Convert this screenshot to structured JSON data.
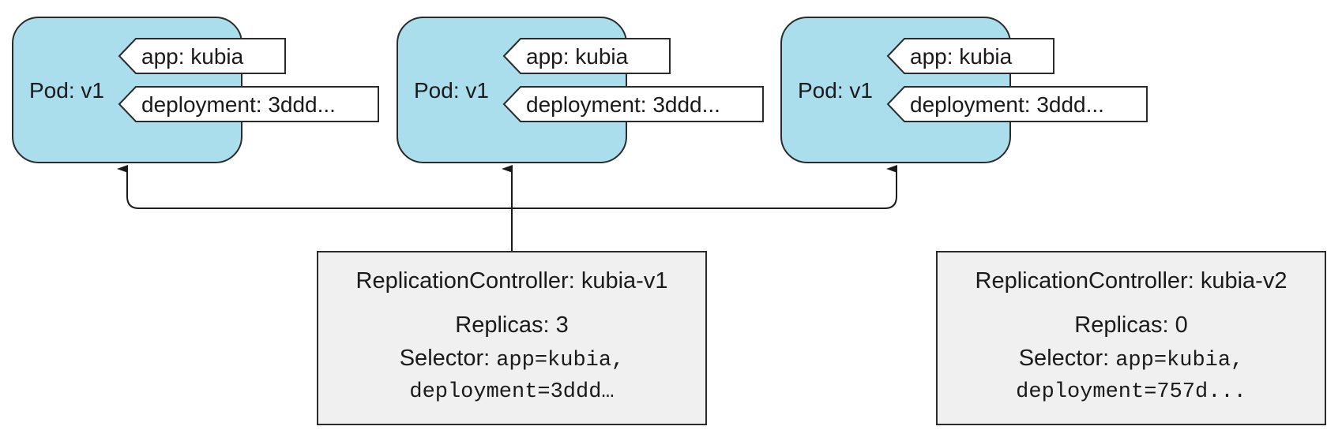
{
  "pods": [
    {
      "label": "Pod: v1",
      "tags": [
        "app: kubia",
        "deployment: 3ddd..."
      ]
    },
    {
      "label": "Pod: v1",
      "tags": [
        "app: kubia",
        "deployment: 3ddd..."
      ]
    },
    {
      "label": "Pod: v1",
      "tags": [
        "app: kubia",
        "deployment: 3ddd..."
      ]
    }
  ],
  "controllers": [
    {
      "title": "ReplicationController: kubia-v1",
      "replicas": "Replicas: 3",
      "selector_label": "Selector:",
      "selector_value": "app=kubia,",
      "selector_value2": "deployment=3ddd…"
    },
    {
      "title": "ReplicationController: kubia-v2",
      "replicas": "Replicas: 0",
      "selector_label": "Selector:",
      "selector_value": "app=kubia,",
      "selector_value2": "deployment=757d..."
    }
  ],
  "colors": {
    "pod_fill": "#abdeed",
    "controller_fill": "#f0f0f0",
    "stroke": "#2b2b2b"
  }
}
